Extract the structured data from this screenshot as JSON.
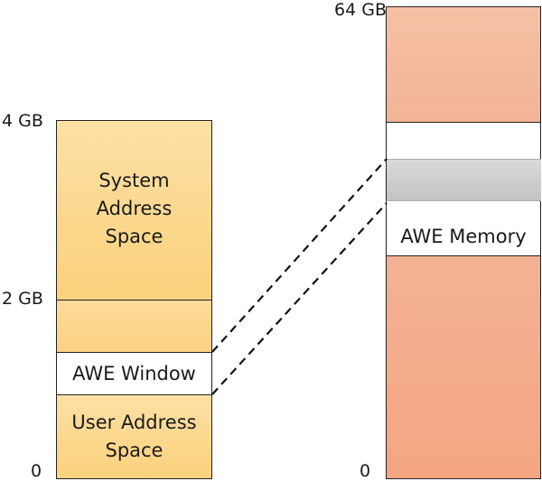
{
  "left_column": {
    "axis_labels": {
      "top": "4 GB",
      "mid": "2 GB",
      "bottom": "0"
    },
    "segments": {
      "system": "System\nAddress\nSpace",
      "awe_window": "AWE Window",
      "user": "User Address\nSpace"
    }
  },
  "right_column": {
    "axis_labels": {
      "top": "64 GB",
      "bottom": "0"
    },
    "segments": {
      "awe_memory": "AWE Memory"
    }
  },
  "colors": {
    "user_space": "#fbd27c",
    "physical_memory": "#f4a682",
    "mapped_page": "#c8c8c8"
  }
}
